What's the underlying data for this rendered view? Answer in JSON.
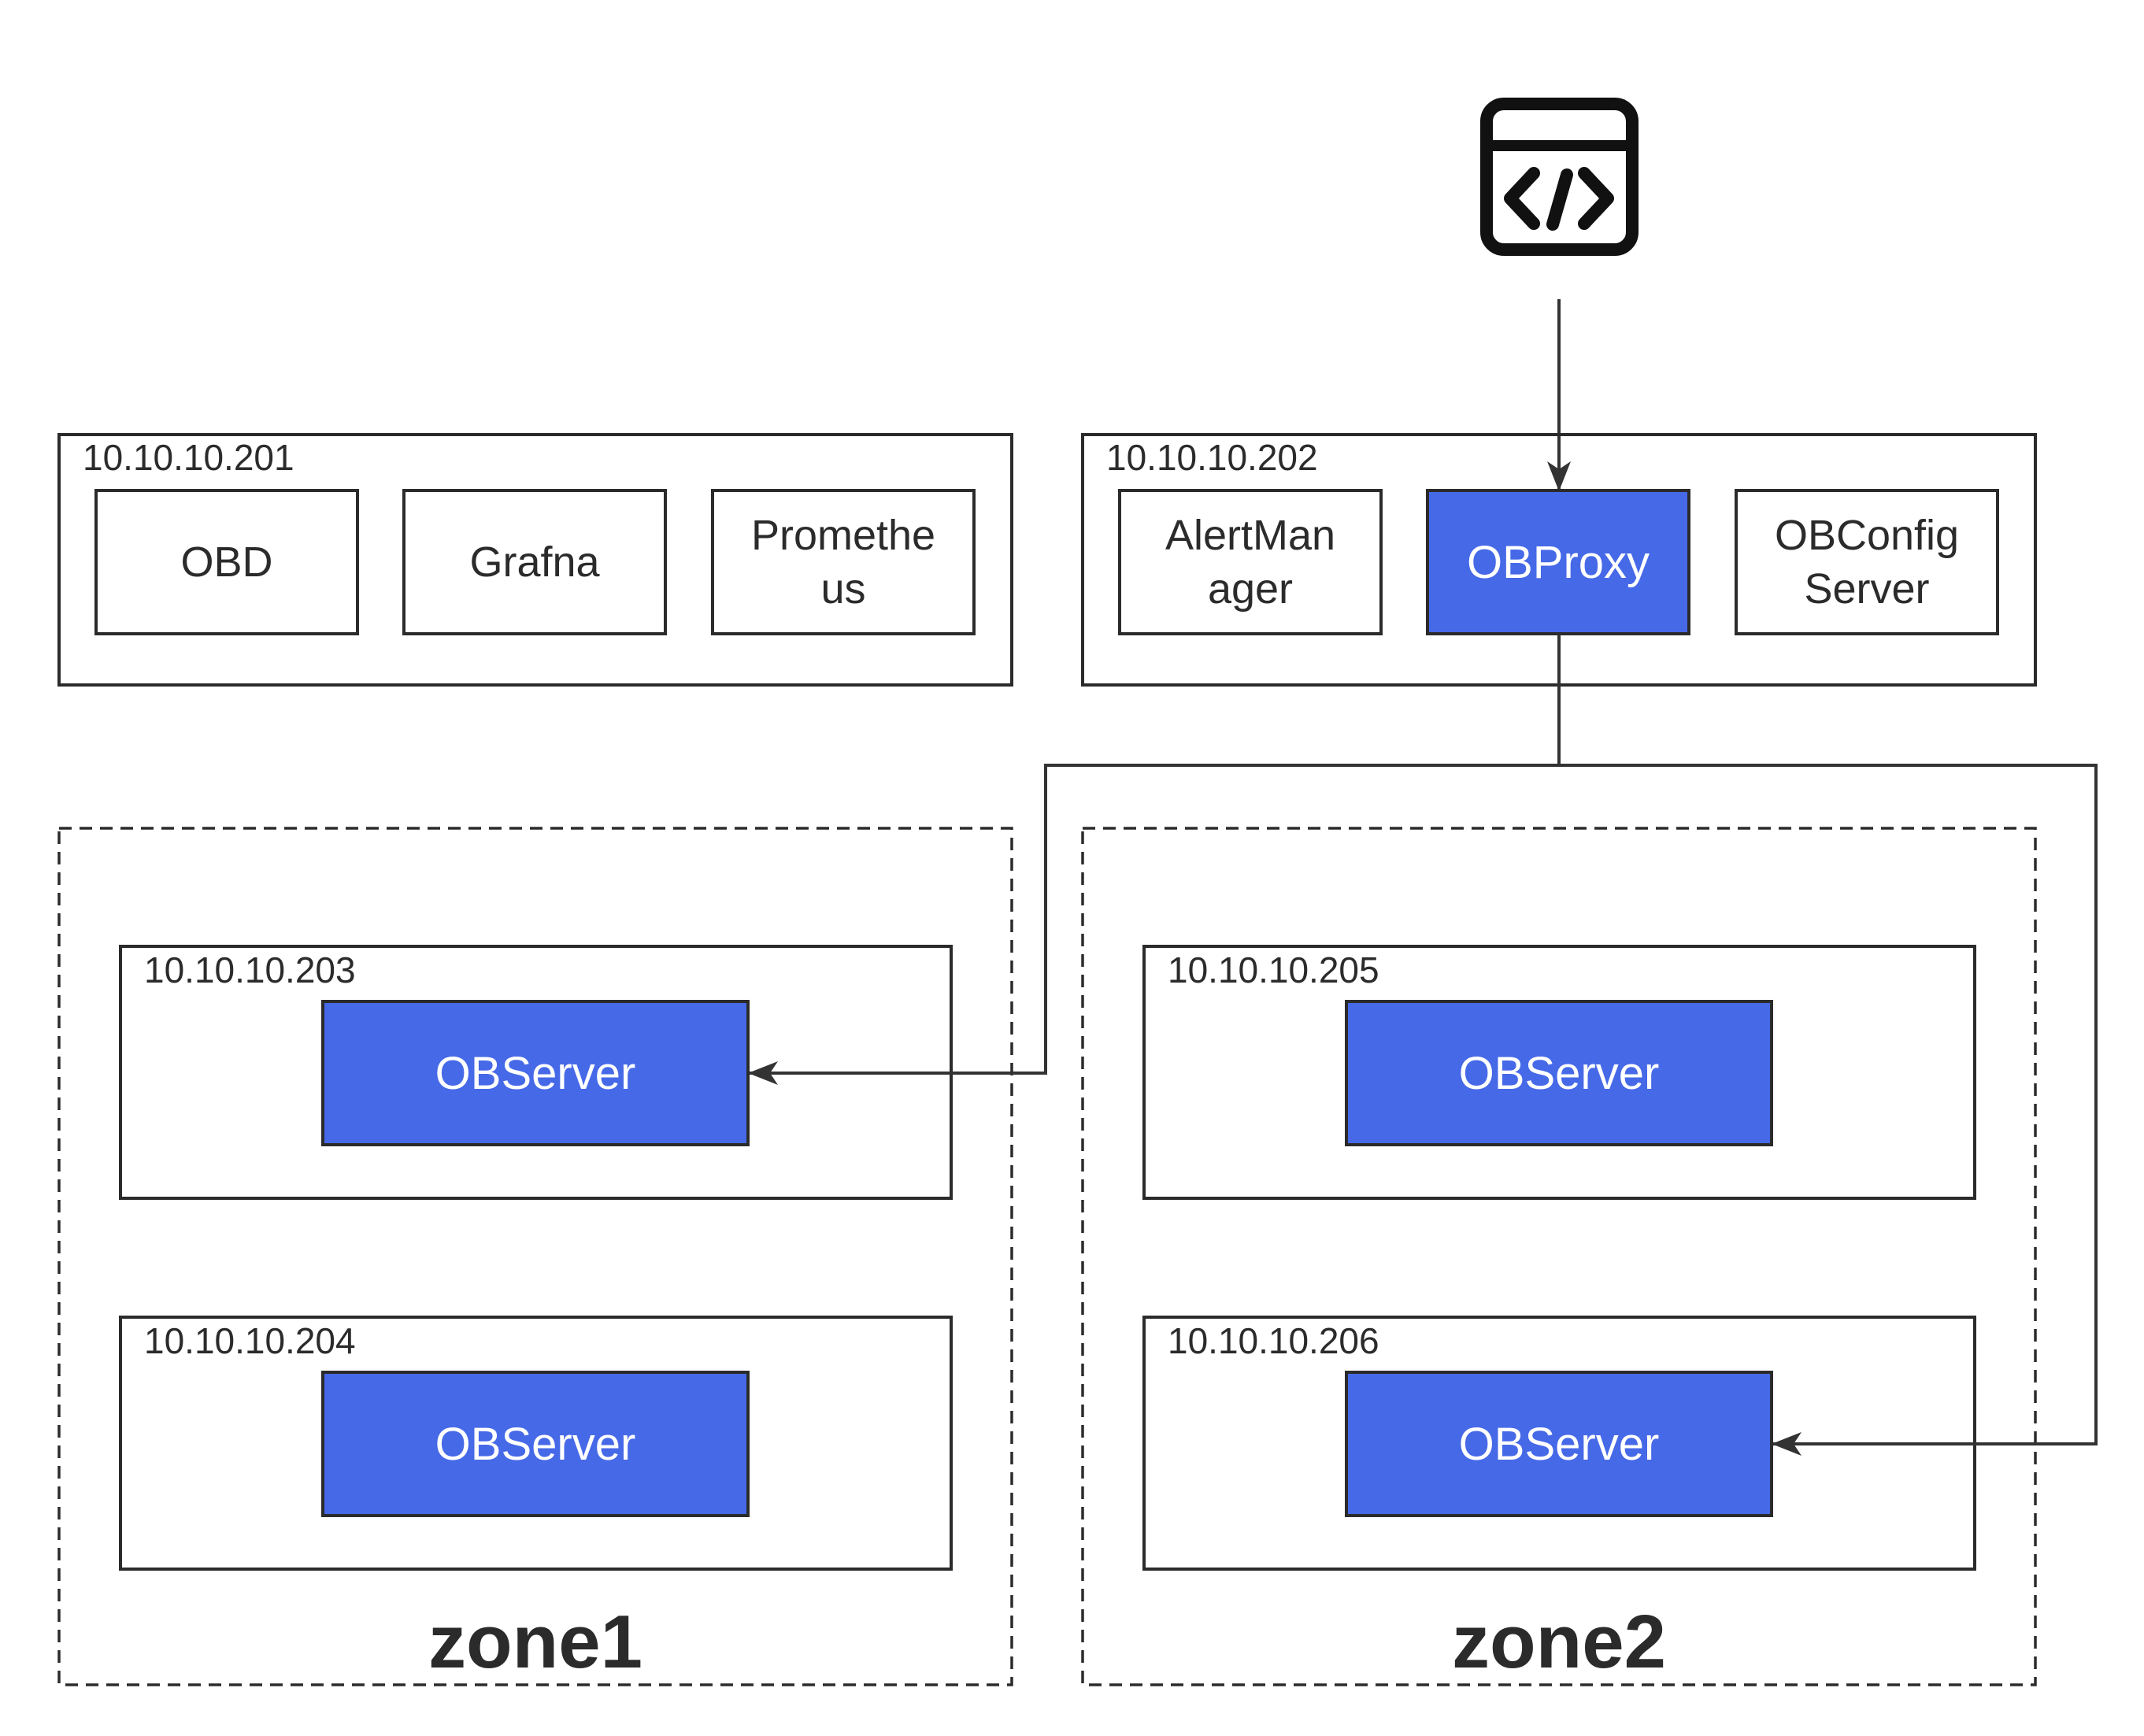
{
  "client": {
    "icon": "code-window-icon"
  },
  "hosts": {
    "h201": {
      "ip": "10.10.10.201",
      "c1": "OBD",
      "c2": "Grafna",
      "c3a": "Promethe",
      "c3b": "us"
    },
    "h202": {
      "ip": "10.10.10.202",
      "c1a": "AlertMan",
      "c1b": "ager",
      "c2": "OBProxy",
      "c3a": "OBConfig",
      "c3b": "Server"
    },
    "h203": {
      "ip": "10.10.10.203",
      "server": "OBServer"
    },
    "h204": {
      "ip": "10.10.10.204",
      "server": "OBServer"
    },
    "h205": {
      "ip": "10.10.10.205",
      "server": "OBServer"
    },
    "h206": {
      "ip": "10.10.10.206",
      "server": "OBServer"
    }
  },
  "zones": {
    "z1": "zone1",
    "z2": "zone2"
  },
  "colors": {
    "accent": "#4669e8",
    "stroke": "#2b2b2b"
  }
}
